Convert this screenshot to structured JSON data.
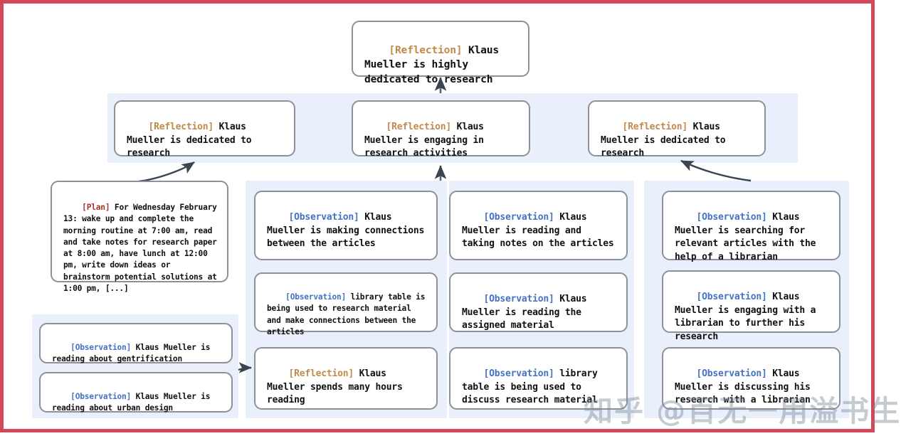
{
  "figure": {
    "border_color": "#d4465a",
    "panel_color": "#e9f0fb",
    "node_border_color": "#8d9199",
    "tag_colors": {
      "reflection": "#c08a4a",
      "observation": "#4472c4",
      "plan": "#a8332c"
    }
  },
  "watermark": {
    "text": "知乎 @百无一用溢书生"
  },
  "root": {
    "tag": "[Reflection]",
    "text": " Klaus Mueller is highly dedicated to research"
  },
  "tier2": [
    {
      "tag": "[Reflection]",
      "text": " Klaus Mueller is dedicated to research"
    },
    {
      "tag": "[Reflection]",
      "text": " Klaus Mueller is engaging in research activities"
    },
    {
      "tag": "[Reflection]",
      "text": " Klaus Mueller is dedicated to research"
    }
  ],
  "plan": {
    "tag": "[Plan]",
    "text": " For Wednesday February 13: wake up and complete the morning routine at 7:00 am, read and take notes for research paper at 8:00 am, have lunch at 12:00 pm, write down ideas or brainstorm potential solutions at 1:00 pm, [...]"
  },
  "left_observations": [
    {
      "tag": "[Observation]",
      "text": " Klaus Mueller is reading about gentrification"
    },
    {
      "tag": "[Observation]",
      "text": " Klaus Mueller is reading about urban design"
    }
  ],
  "col1": [
    {
      "tag": "[Observation]",
      "text": " Klaus Mueller is making connections between the articles"
    },
    {
      "tag": "[Observation]",
      "text": " library table is being used to research material and make connections between the articles"
    },
    {
      "tag": "[Reflection]",
      "text": " Klaus Mueller spends many hours reading"
    }
  ],
  "col2": [
    {
      "tag": "[Observation]",
      "text": " Klaus Mueller is reading and taking notes on the articles"
    },
    {
      "tag": "[Observation]",
      "text": " Klaus Mueller is reading the assigned material"
    },
    {
      "tag": "[Observation]",
      "text": " library table is being used to discuss research material"
    }
  ],
  "col3": [
    {
      "tag": "[Observation]",
      "text": " Klaus Mueller is searching for relevant articles with the help of a librarian"
    },
    {
      "tag": "[Observation]",
      "text": " Klaus Mueller is engaging with a librarian to further his research"
    },
    {
      "tag": "[Observation]",
      "text": " Klaus Mueller is discussing his research with a librarian"
    }
  ]
}
